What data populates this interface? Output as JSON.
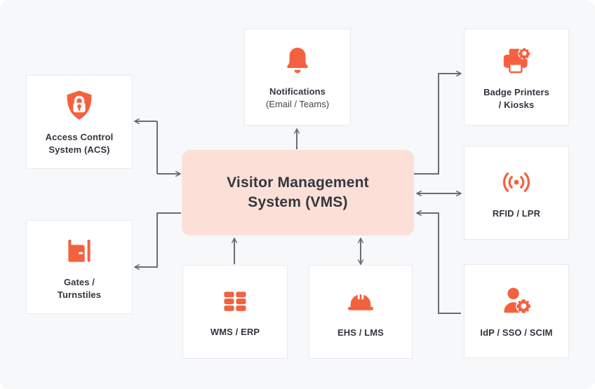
{
  "theme": {
    "background": "#f6f8fa",
    "accent": "#f4613e",
    "hub_fill": "#fce0d8",
    "card_fill": "#ffffff",
    "card_border": "#e8eaee",
    "text": "#33363f",
    "connector": "#6a6d73"
  },
  "hub": {
    "id": "vms",
    "label": "Visitor Management\nSystem (VMS)"
  },
  "nodes": [
    {
      "id": "acs",
      "icon": "shield-lock-icon",
      "label": "Access Control\nSystem (ACS)",
      "sublabel": ""
    },
    {
      "id": "gates",
      "icon": "gate-turnstile-icon",
      "label": "Gates /\nTurnstiles",
      "sublabel": ""
    },
    {
      "id": "notifications",
      "icon": "bell-icon",
      "label": "Notifications",
      "sublabel": "(Email / Teams)"
    },
    {
      "id": "badge-printers",
      "icon": "printer-gear-icon",
      "label": "Badge Printers\n/ Kiosks",
      "sublabel": ""
    },
    {
      "id": "rfid-lpr",
      "icon": "rfid-signal-icon",
      "label": "RFID / LPR",
      "sublabel": ""
    },
    {
      "id": "idp-sso-scim",
      "icon": "user-gear-icon",
      "label": "IdP / SSO / SCIM",
      "sublabel": ""
    },
    {
      "id": "wms-erp",
      "icon": "grid-modules-icon",
      "label": "WMS / ERP",
      "sublabel": ""
    },
    {
      "id": "ehs-lms",
      "icon": "hard-hat-icon",
      "label": "EHS / LMS",
      "sublabel": ""
    }
  ],
  "connections": [
    {
      "id": "vms-acs",
      "from": "vms",
      "to": "acs",
      "direction": "bidirectional"
    },
    {
      "id": "vms-gates",
      "from": "vms",
      "to": "gates",
      "direction": "to"
    },
    {
      "id": "vms-notifications",
      "from": "vms",
      "to": "notifications",
      "direction": "to"
    },
    {
      "id": "vms-badge-printers",
      "from": "vms",
      "to": "badge-printers",
      "direction": "to"
    },
    {
      "id": "vms-rfid",
      "from": "vms",
      "to": "rfid-lpr",
      "direction": "bidirectional"
    },
    {
      "id": "idp-vms",
      "from": "idp-sso-scim",
      "to": "vms",
      "direction": "to"
    },
    {
      "id": "wms-vms",
      "from": "wms-erp",
      "to": "vms",
      "direction": "to"
    },
    {
      "id": "ehs-vms",
      "from": "ehs-lms",
      "to": "vms",
      "direction": "bidirectional"
    }
  ]
}
